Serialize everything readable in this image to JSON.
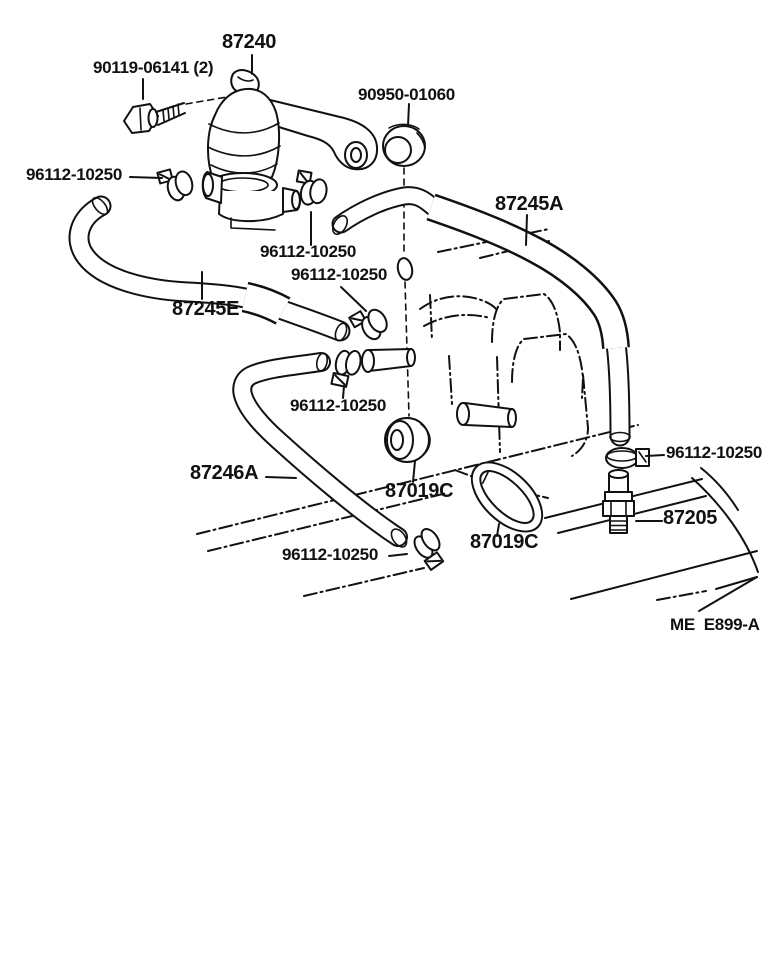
{
  "diagram": {
    "background_color": "#ffffff",
    "line_color": "#111111",
    "drawing_code": "ME  E899-A",
    "part_labels": [
      {
        "text": "87240"
      },
      {
        "text": "90119-06141 (2)"
      },
      {
        "text": "96112-10250"
      },
      {
        "text": "90950-01060"
      },
      {
        "text": "87245A"
      },
      {
        "text": "96112-10250"
      },
      {
        "text": "96112-10250"
      },
      {
        "text": "87245E"
      },
      {
        "text": "96112-10250"
      },
      {
        "text": "87246A"
      },
      {
        "text": "87019C"
      },
      {
        "text": "96112-10250"
      },
      {
        "text": "87019C"
      },
      {
        "text": "96112-10250"
      },
      {
        "text": "87205"
      }
    ]
  }
}
